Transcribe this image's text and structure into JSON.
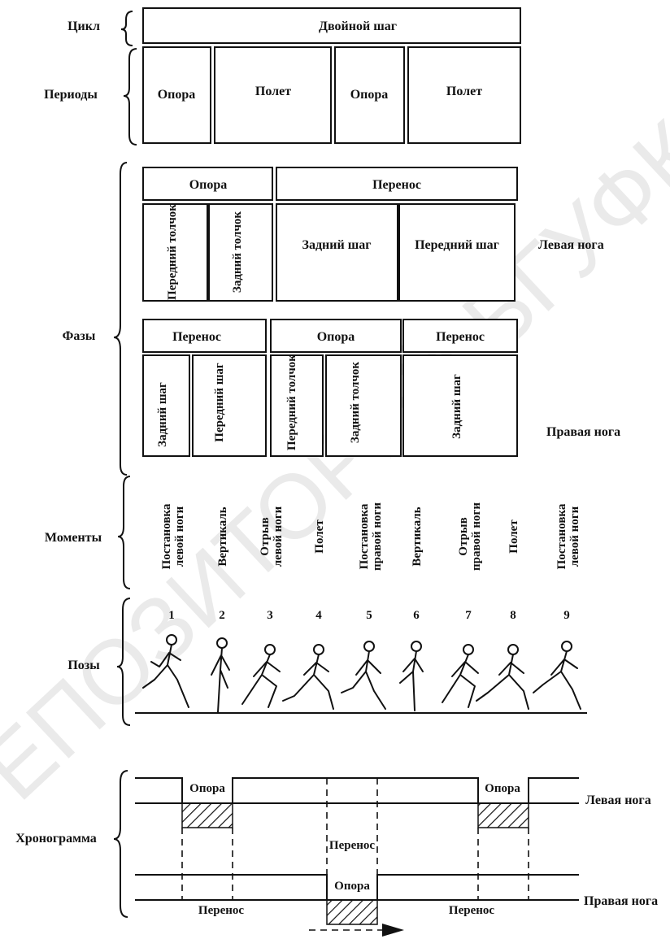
{
  "watermark": "РЕПОЗИТОРИЙ БГУФК",
  "rows": {
    "cycle": "Цикл",
    "periods": "Периоды",
    "phases": "Фазы",
    "moments": "Моменты",
    "poses": "Позы",
    "chronogram": "Хронограмма"
  },
  "cycle_label": "Двойной шаг",
  "periods": [
    "Опора",
    "Полет",
    "Опора",
    "Полет"
  ],
  "left_leg": {
    "label": "Левая нога",
    "top": [
      "Опора",
      "Перенос"
    ],
    "sub": [
      "Передний толчок",
      "Задний толчок",
      "Задний шаг",
      "Передний шаг"
    ]
  },
  "right_leg": {
    "label": "Правая нога",
    "top": [
      "Перенос",
      "Опора",
      "Перенос"
    ],
    "sub": [
      "Задний шаг",
      "Передний шаг",
      "Передний толчок",
      "Задний толчок",
      "Задний шаг"
    ]
  },
  "moments": [
    "Постановка левой ноги",
    "Вертикаль",
    "Отрыв левой ноги",
    "Полет",
    "Постановка правой ноги",
    "Вертикаль",
    "Отрыв правой ноги",
    "Полет",
    "Постановка левой ноги"
  ],
  "pose_numbers": [
    "1",
    "2",
    "3",
    "4",
    "5",
    "6",
    "7",
    "8",
    "9"
  ],
  "chronogram": {
    "left_leg": "Левая нога",
    "right_leg": "Правая нога",
    "labels": {
      "left_support_1": "Опора",
      "left_support_2": "Опора",
      "left_transfer": "Перенос",
      "right_support": "Опора",
      "right_transfer_1": "Перенос",
      "right_transfer_2": "Перенос"
    }
  }
}
